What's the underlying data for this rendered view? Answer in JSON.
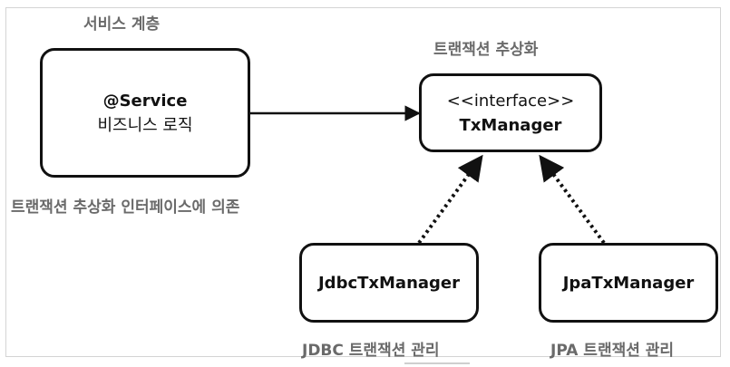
{
  "layers": {
    "service": "서비스 계층",
    "abstraction": "트랜잭션 추상화",
    "dependency_note": "트랜잭션 추상화 인터페이스에 의존",
    "jdbc": "JDBC 트랜잭션 관리",
    "jpa": "JPA 트랜잭션 관리"
  },
  "nodes": {
    "service": {
      "line1": "@Service",
      "line2": "비즈니스 로직"
    },
    "interface": {
      "line1": "<<interface>>",
      "line2": "TxManager"
    },
    "jdbc": {
      "label": "JdbcTxManager"
    },
    "jpa": {
      "label": "JpaTxManager"
    }
  },
  "edges": [
    {
      "from": "service",
      "to": "interface",
      "style": "solid"
    },
    {
      "from": "jdbc",
      "to": "interface",
      "style": "dotted"
    },
    {
      "from": "jpa",
      "to": "interface",
      "style": "dotted"
    }
  ]
}
